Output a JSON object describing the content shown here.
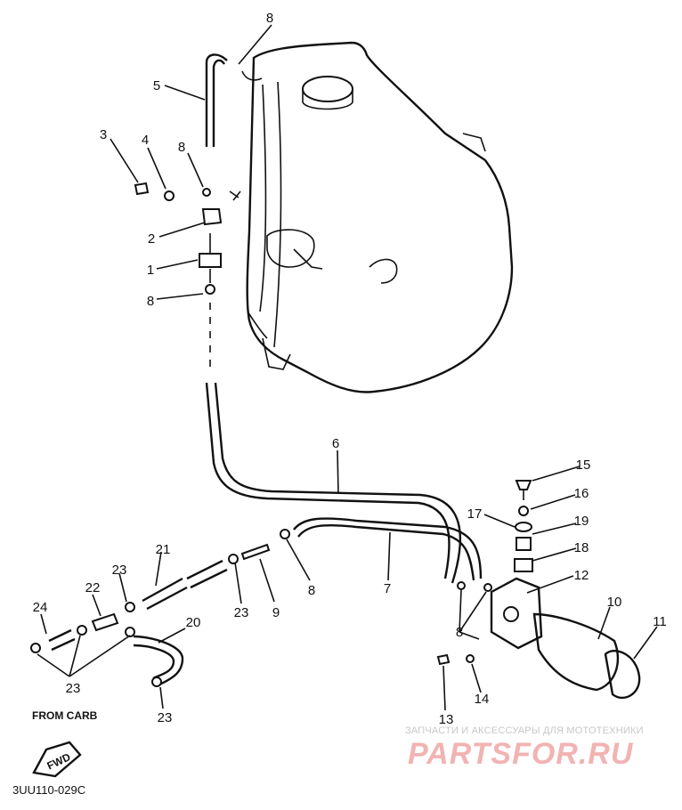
{
  "callouts": [
    "1",
    "2",
    "3",
    "4",
    "5",
    "6",
    "7",
    "8",
    "9",
    "10",
    "11",
    "12",
    "13",
    "14",
    "15",
    "16",
    "17",
    "18",
    "19",
    "20",
    "21",
    "22",
    "23",
    "24"
  ],
  "from_carb_label": "FROM CARB",
  "fwd_label": "FWD",
  "diagram_code": "3UU110-029C",
  "watermark": {
    "top_text": "ЗАПЧАСТИ И АКСЕССУАРЫ ДЛЯ МОТОТЕХНИКИ",
    "logo_text": "PARTSFOR.RU"
  }
}
